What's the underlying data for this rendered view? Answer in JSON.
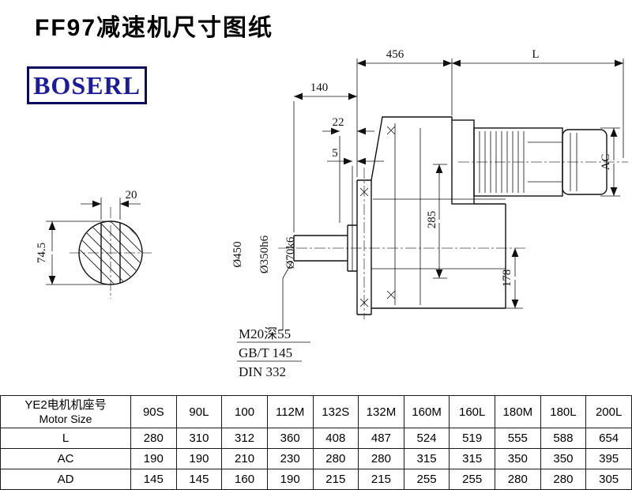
{
  "page": {
    "title": "FF97减速机尺寸图纸"
  },
  "logo": {
    "text": "BOSERL"
  },
  "drawing": {
    "dims": {
      "d456": "456",
      "len": "L",
      "d140": "140",
      "d22": "22",
      "d5": "5",
      "ac": "AC",
      "d285": "285",
      "d178": "178",
      "dia450": "Ø450",
      "dia350": "Ø350h6",
      "dia70": "Ø70k6",
      "d20": "20",
      "d745": "74.5"
    },
    "notes": {
      "m20": "M20深55",
      "gbt": "GB/T 145",
      "din": "DIN 332"
    }
  },
  "table": {
    "header_cn": "YE2电机机座号",
    "header_en": "Motor Size",
    "columns": [
      "90S",
      "90L",
      "100",
      "112M",
      "132S",
      "132M",
      "160M",
      "160L",
      "180M",
      "180L",
      "200L"
    ],
    "rows": [
      {
        "label": "L",
        "values": [
          280,
          310,
          312,
          360,
          408,
          487,
          524,
          519,
          555,
          588,
          654
        ]
      },
      {
        "label": "AC",
        "values": [
          190,
          190,
          210,
          230,
          280,
          280,
          315,
          315,
          350,
          350,
          395
        ]
      },
      {
        "label": "AD",
        "values": [
          145,
          145,
          160,
          190,
          215,
          215,
          255,
          255,
          280,
          280,
          305
        ]
      }
    ]
  }
}
